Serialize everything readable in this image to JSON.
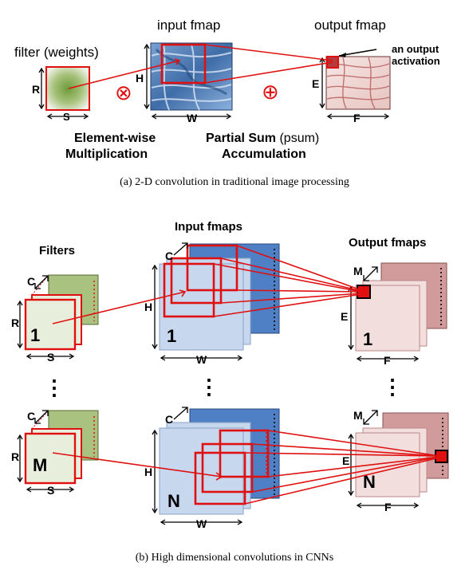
{
  "part_a": {
    "filter_label": "filter (weights)",
    "input_label": "input fmap",
    "output_label": "output fmap",
    "activation_label_line1": "an output",
    "activation_label_line2": "activation",
    "dim_R": "R",
    "dim_S": "S",
    "dim_H": "H",
    "dim_W": "W",
    "dim_E": "E",
    "dim_F": "F",
    "multiply_symbol": "⊗",
    "add_symbol": "⊕",
    "mult_line1": "Element-wise",
    "mult_line2": "Multiplication",
    "psum_bold": "Partial Sum",
    "psum_normal": " (psum)",
    "psum_line2": "Accumulation",
    "caption": "(a) 2-D convolution in traditional image processing"
  },
  "part_b": {
    "filters_title": "Filters",
    "input_title": "Input fmaps",
    "output_title": "Output fmaps",
    "dim_C": "C",
    "dim_M": "M",
    "dim_R": "R",
    "dim_S": "S",
    "dim_H": "H",
    "dim_W": "W",
    "dim_E": "E",
    "dim_F": "F",
    "index_1": "1",
    "index_M": "M",
    "index_N": "N",
    "ellipsis": "⋮",
    "caption": "(b) High dimensional convolutions in CNNs"
  },
  "colors": {
    "red": "#e01010",
    "filter_green": "#a9c27f",
    "filter_light": "#e8eedc",
    "input_blue": "#4f80c5",
    "input_light": "#c6d7ee",
    "output_rose": "#d29b9b",
    "output_light": "#f3dede"
  }
}
